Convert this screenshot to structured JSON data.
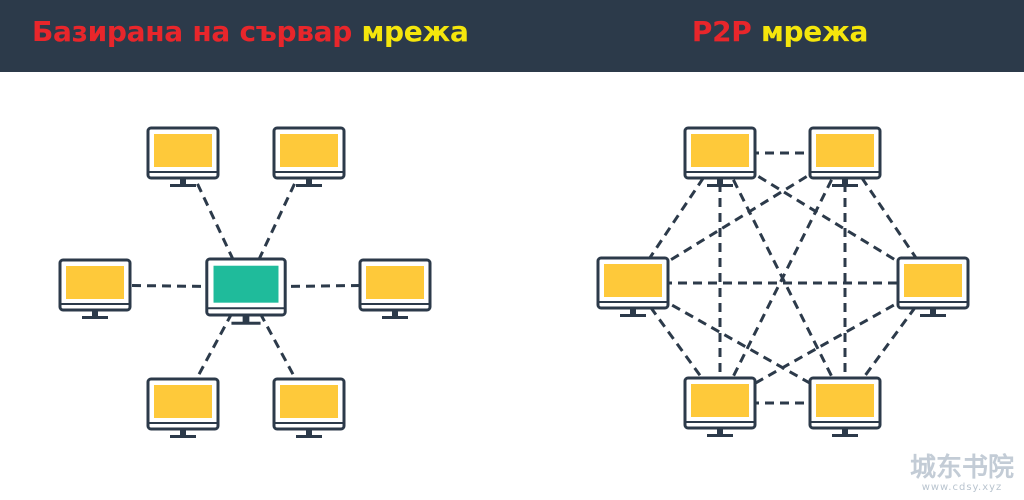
{
  "header": {
    "left_title_part1": "Базирана на сървар",
    "left_title_part2": "мрежа",
    "right_title_part1": "P2P",
    "right_title_part2": "мрежа"
  },
  "diagram": {
    "client_screen_color": "#fec93a",
    "server_screen_color": "#1fbb9b",
    "outline_color": "#2c3a4a",
    "background_color": "#ffffff",
    "server_based": {
      "server": "monitor-server",
      "clients": [
        "monitor-top-left",
        "monitor-top-right",
        "monitor-left",
        "monitor-right",
        "monitor-bottom-left",
        "monitor-bottom-right"
      ]
    },
    "p2p": {
      "peers": [
        "peer-top-left",
        "peer-top-right",
        "peer-left",
        "peer-right",
        "peer-bottom-left",
        "peer-bottom-right"
      ],
      "fully_connected": true
    }
  },
  "watermark": {
    "main": "城东书院",
    "url": "www.cdsy.xyz"
  }
}
